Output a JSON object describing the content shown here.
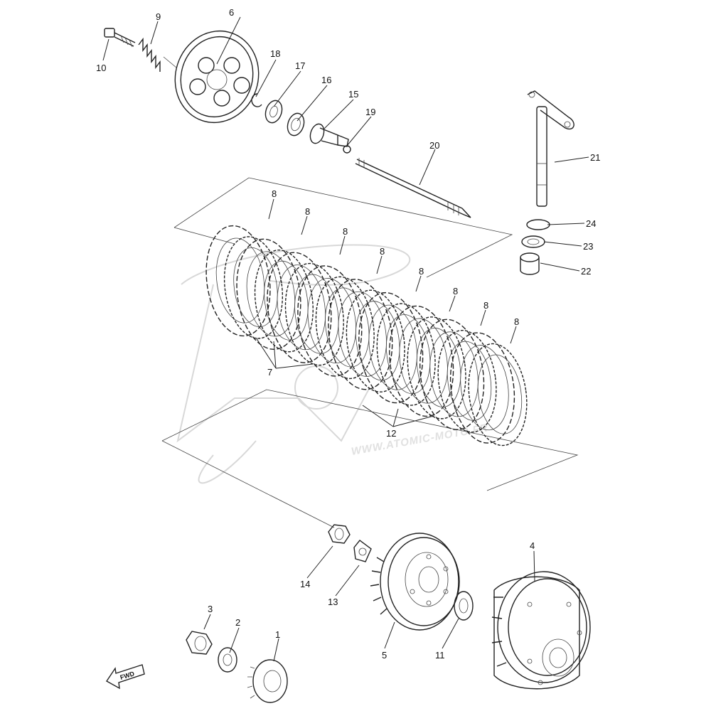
{
  "diagram": {
    "watermark_text": "WWW.ATOMIC-MOTO.FR",
    "direction_badge": "FWD",
    "callouts": [
      {
        "id": "c1",
        "text": "1"
      },
      {
        "id": "c2",
        "text": "2"
      },
      {
        "id": "c3",
        "text": "3"
      },
      {
        "id": "c4",
        "text": "4"
      },
      {
        "id": "c5",
        "text": "5"
      },
      {
        "id": "c6",
        "text": "6"
      },
      {
        "id": "c7",
        "text": "7"
      },
      {
        "id": "c8a",
        "text": "8"
      },
      {
        "id": "c8b",
        "text": "8"
      },
      {
        "id": "c8c",
        "text": "8"
      },
      {
        "id": "c8d",
        "text": "8"
      },
      {
        "id": "c8e",
        "text": "8"
      },
      {
        "id": "c8f",
        "text": "8"
      },
      {
        "id": "c8g",
        "text": "8"
      },
      {
        "id": "c8h",
        "text": "8"
      },
      {
        "id": "c9",
        "text": "9"
      },
      {
        "id": "c10",
        "text": "10"
      },
      {
        "id": "c11",
        "text": "11"
      },
      {
        "id": "c12",
        "text": "12"
      },
      {
        "id": "c13",
        "text": "13"
      },
      {
        "id": "c14",
        "text": "14"
      },
      {
        "id": "c15",
        "text": "15"
      },
      {
        "id": "c16",
        "text": "16"
      },
      {
        "id": "c17",
        "text": "17"
      },
      {
        "id": "c18",
        "text": "18"
      },
      {
        "id": "c19",
        "text": "19"
      },
      {
        "id": "c20",
        "text": "20"
      },
      {
        "id": "c21",
        "text": "21"
      },
      {
        "id": "c22",
        "text": "22"
      },
      {
        "id": "c23",
        "text": "23"
      },
      {
        "id": "c24",
        "text": "24"
      }
    ]
  }
}
